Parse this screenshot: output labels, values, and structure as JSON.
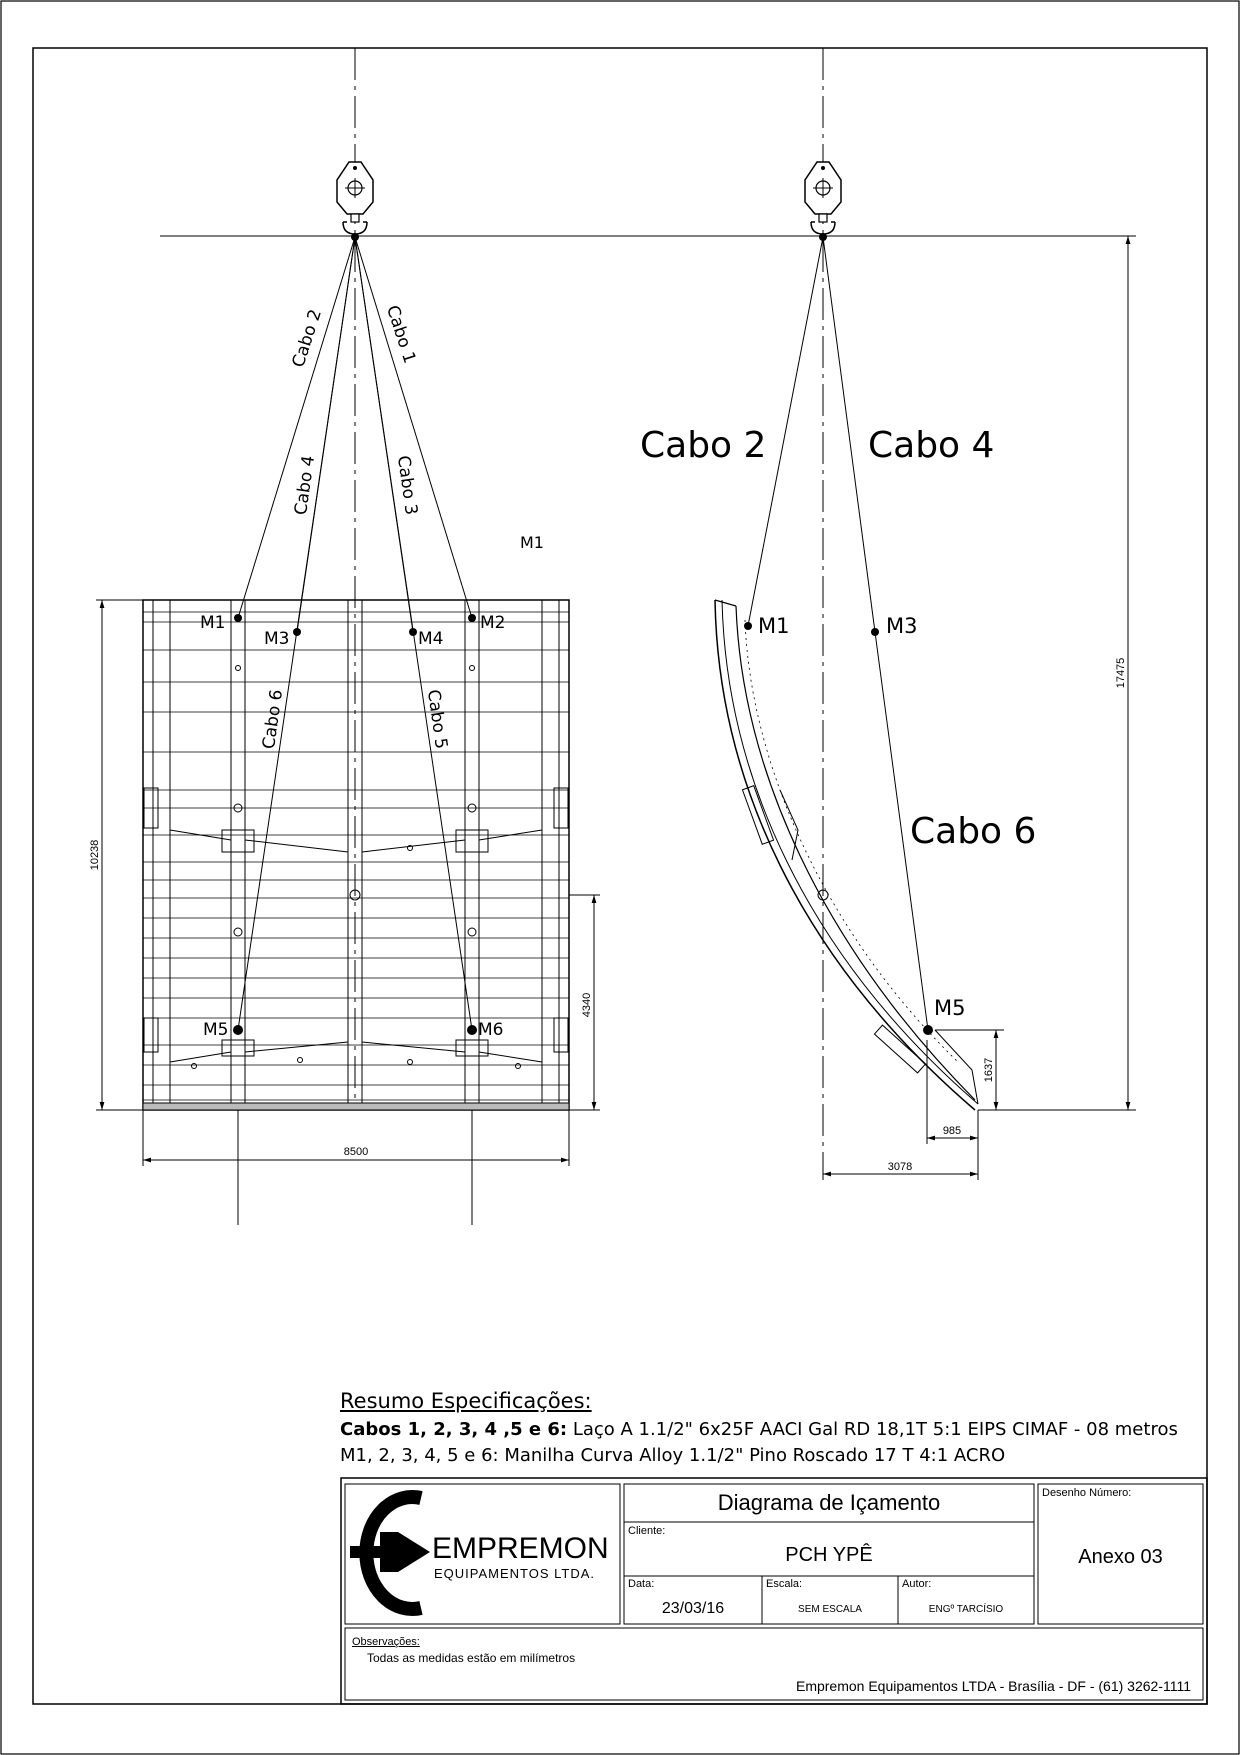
{
  "drawing": {
    "front_view": {
      "cable_labels": [
        "Cabo 2",
        "Cabo 1",
        "Cabo 4",
        "Cabo 3",
        "Cabo 6",
        "Cabo 5"
      ],
      "point_labels": [
        "M1",
        "M2",
        "M3",
        "M4",
        "M5",
        "M6"
      ],
      "stray_label": "M1",
      "dims": {
        "width": "8500",
        "height": "10238",
        "lower": "4340"
      }
    },
    "side_view": {
      "cable_labels": [
        "Cabo 2",
        "Cabo 4",
        "Cabo 6"
      ],
      "point_labels": [
        "M1",
        "M3",
        "M5"
      ],
      "dims": {
        "total_height": "17475",
        "tip_height": "1637",
        "tip_offset": "985",
        "horizontal": "3078"
      }
    }
  },
  "specs": {
    "heading": "Resumo Especificações:",
    "line1_bold": "Cabos 1, 2, 3, 4 ,5 e 6:",
    "line1_rest": " Laço A 1.1/2\" 6x25F AACI Gal RD 18,1T 5:1 EIPS CIMAF - 08 metros",
    "line2": "M1, 2, 3, 4, 5 e 6: Manilha Curva Alloy 1.1/2\" Pino Roscado 17 T 4:1 ACRO"
  },
  "title_block": {
    "company_name": "EMPREMON",
    "company_sub": "EQUIPAMENTOS LTDA.",
    "title": "Diagrama de Içamento",
    "cliente_label": "Cliente:",
    "cliente": "PCH YPÊ",
    "data_label": "Data:",
    "data": "23/03/16",
    "escala_label": "Escala:",
    "escala": "SEM ESCALA",
    "autor_label": "Autor:",
    "autor": "ENGº TARCÍSIO",
    "desenho_label": "Desenho Número:",
    "desenho": "Anexo 03",
    "obs_label": "Observações:",
    "obs": "Todas as medidas estão em milímetros",
    "footer": "Empremon Equipamentos LTDA - Brasília - DF - (61) 3262-1111"
  }
}
